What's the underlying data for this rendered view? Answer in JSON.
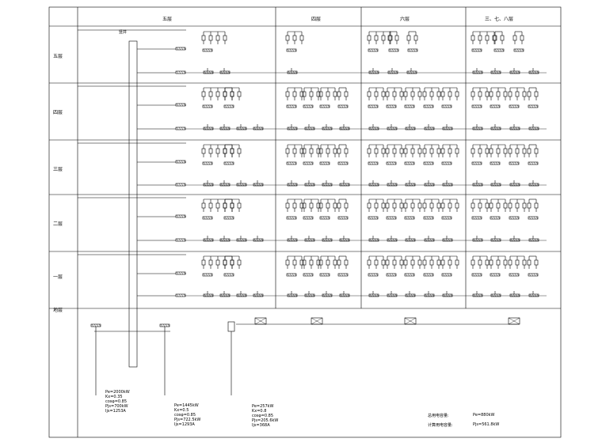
{
  "headers": {
    "col_a": "五层",
    "col_b": "四层",
    "col_c": "六层",
    "col_d": "三、七、八层"
  },
  "rows": [
    {
      "label": "五层"
    },
    {
      "label": "四层"
    },
    {
      "label": "三层"
    },
    {
      "label": "二层"
    },
    {
      "label": "一层"
    }
  ],
  "bottom": {
    "label": "地层",
    "riser_label": "竖井"
  },
  "summary": {
    "line1": "总用电容量:",
    "line2": "计算用电容量:",
    "value1": "Pe=880kW",
    "value2": "Pjs=561.8kW"
  },
  "calc_blocks": [
    [
      "Pe=2000kW",
      "Kx=0.35",
      "cosφ=0.85",
      "Pjs=700kW",
      "Ijs=1253A"
    ],
    [
      "Pe=1445kW",
      "Kx=0.5",
      "cosφ=0.85",
      "Pjs=722.5kW",
      "Ijs=1293A"
    ],
    [
      "Pe=257kW",
      "Kx=0.8",
      "cosφ=0.85",
      "Pjs=205.6kW",
      "Ijs=368A"
    ]
  ]
}
